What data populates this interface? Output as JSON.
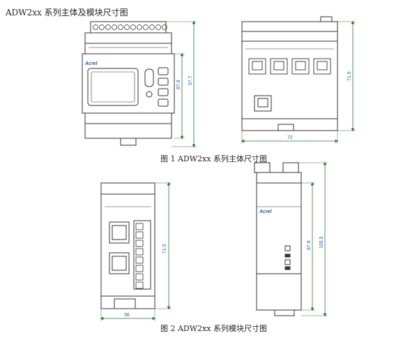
{
  "section_title": "ADW2xx 系列主体及模块尺寸图",
  "figure1": {
    "caption": "图 1   ADW2xx 系列主体尺寸图",
    "front": {
      "brand": "Acrel",
      "dim_height_inner": "87.8",
      "dim_height_outer": "97.7"
    },
    "back": {
      "dim_height": "71.5",
      "dim_width": "72"
    }
  },
  "figure2": {
    "caption": "图 2  ADW2xx 系列模块尺寸图",
    "module_front": {
      "dim_height": "71.5",
      "dim_width": "36"
    },
    "module_side": {
      "brand": "Acrel",
      "dim_height_inner": "87.8",
      "dim_height_outer": "105.5"
    }
  },
  "colors": {
    "line": "#333333",
    "dim_line": "#2a7a2a",
    "dim_text": "#1e5fa8",
    "brand": "#1e5fa8"
  }
}
